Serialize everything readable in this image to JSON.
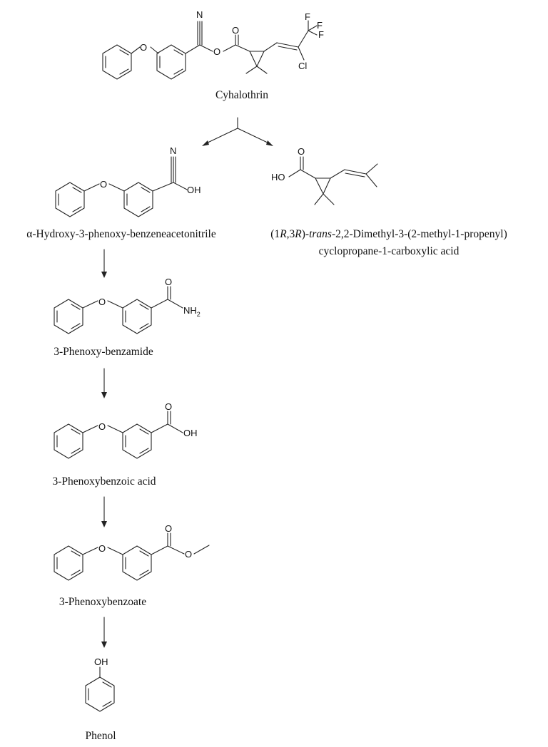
{
  "compounds": {
    "cyhalothrin": "Cyhalothrin",
    "hydroxy_nitrile": "α-Hydroxy-3-phenoxy-benzeneacetonitrile",
    "acid_line1_a": "(1",
    "acid_line1_b": "R",
    "acid_line1_c": ",3",
    "acid_line1_d": "R",
    "acid_line1_e": ")-",
    "acid_line1_f": "trans",
    "acid_line1_g": "-2,2-Dimethyl-3-(2-methyl-1-propenyl)",
    "acid_line2": "cyclopropane-1-carboxylic acid",
    "benzamide": "3-Phenoxy-benzamide",
    "benzoic_acid": "3-Phenoxybenzoic acid",
    "benzoate": "3-Phenoxybenzoate",
    "phenol": "Phenol"
  },
  "atoms": {
    "N": "N",
    "O": "O",
    "OH": "OH",
    "HO": "HO",
    "F": "F",
    "Cl": "Cl",
    "NH": "NH",
    "sub2": "2"
  }
}
